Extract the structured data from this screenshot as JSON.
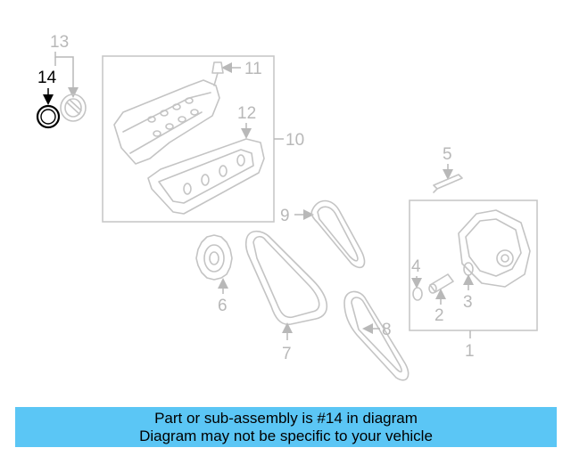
{
  "diagram": {
    "callouts": {
      "c1": "1",
      "c2": "2",
      "c3": "3",
      "c4": "4",
      "c5": "5",
      "c6": "6",
      "c7": "7",
      "c8": "8",
      "c9": "9",
      "c10": "10",
      "c11": "11",
      "c12": "12",
      "c13": "13",
      "c14": "14"
    },
    "highlighted_callout": "14"
  },
  "banner": {
    "line1": "Part or sub-assembly is #14 in diagram",
    "line2": "Diagram may not be specific to your vehicle",
    "color": "#5bc6f5"
  }
}
